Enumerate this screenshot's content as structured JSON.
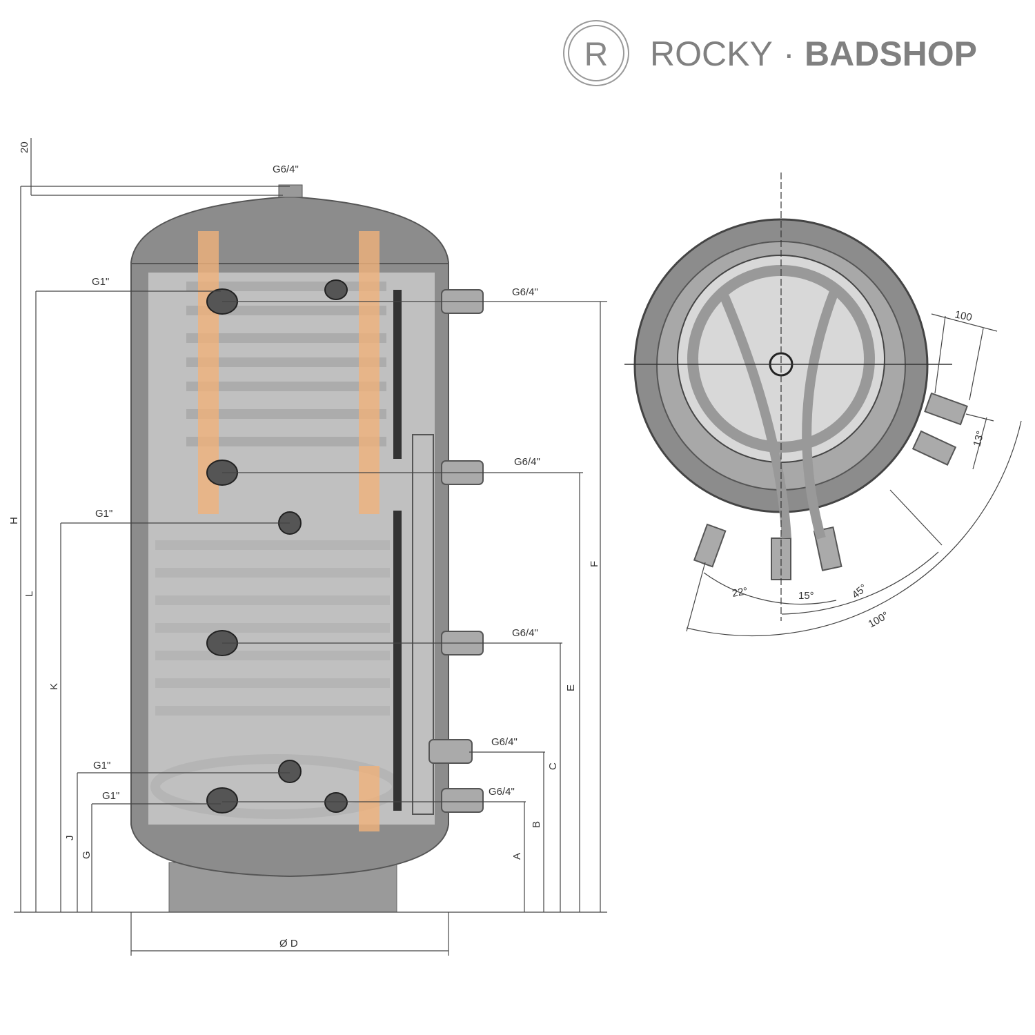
{
  "brand": {
    "logo_letter": "R",
    "name_light": "ROCKY",
    "separator": "·",
    "name_bold": "BADSHOP",
    "color": "#808080"
  },
  "side_view": {
    "top_offset": "20",
    "top_connection": "G6/4\"",
    "left_connections": [
      "G1\"",
      "G1\"",
      "G1\"",
      "G1\""
    ],
    "right_connections": [
      "G6/4\"",
      "G6/4\"",
      "G6/4\"",
      "G6/4\"",
      "G6/4\""
    ],
    "left_dimensions": [
      "H",
      "L",
      "K",
      "J",
      "G"
    ],
    "right_dimensions": [
      "F",
      "E",
      "C",
      "B",
      "A"
    ],
    "diameter": "Ø D"
  },
  "top_view": {
    "nozzle_length": "100",
    "angles": [
      "13°",
      "22°",
      "15°",
      "45°",
      "100°"
    ]
  },
  "colors": {
    "tank": "#8c8c8c",
    "tank_inner": "#c9c9c9",
    "spacer": "#f0b27a",
    "line": "#444444"
  }
}
